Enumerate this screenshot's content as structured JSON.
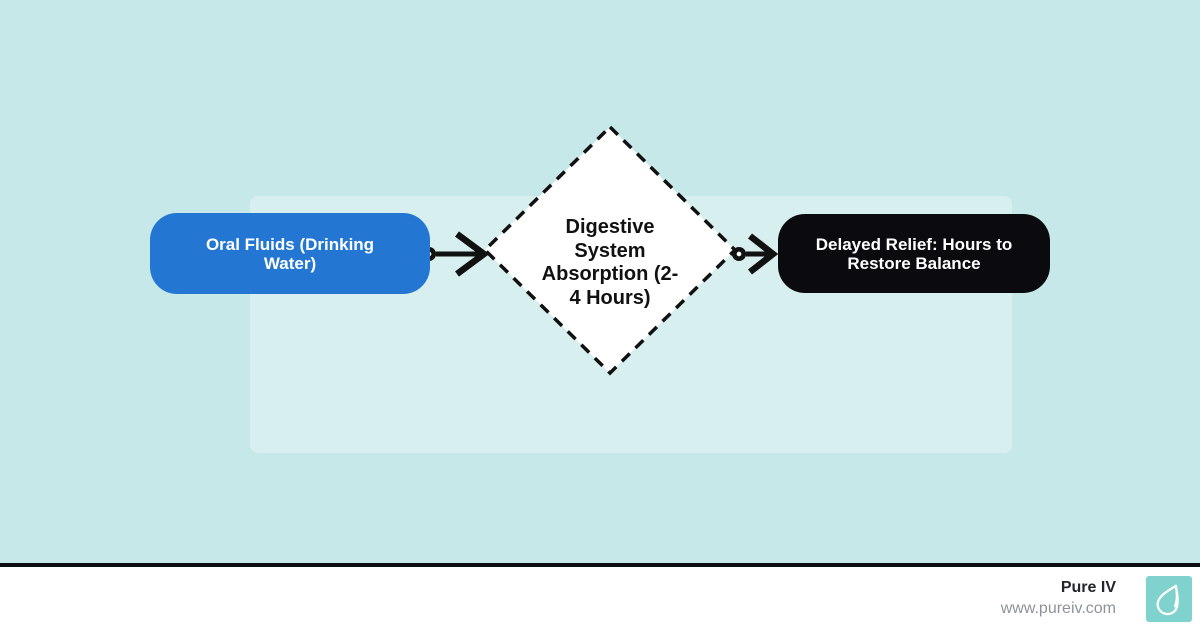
{
  "colors": {
    "background": "#c6e8e9",
    "node_start_fill": "#2377d3",
    "node_end_fill": "#0b0b0f",
    "diamond_fill": "#ffffff",
    "diagram_stroke": "#111111",
    "connector_dot_fill": "#ffffff",
    "footer_divider": "#0c0c12",
    "footer_background": "#ffffff",
    "logo_background": "#7fd2cd",
    "brand_text": "#23252d",
    "url_text": "#8d9399"
  },
  "diagram": {
    "nodes": [
      {
        "id": "oral-fluids",
        "shape": "rounded-rectangle",
        "label": "Oral Fluids (Drinking Water)",
        "lines": [
          "Oral Fluids (Drinking",
          "Water)"
        ]
      },
      {
        "id": "digestive-absorption",
        "shape": "dashed-diamond",
        "label": "Digestive System Absorption (2-4 Hours)",
        "lines": [
          "Digestive",
          "System",
          "Absorption (2-",
          "4 Hours)"
        ]
      },
      {
        "id": "delayed-relief",
        "shape": "rounded-rectangle",
        "label": "Delayed Relief: Hours to Restore Balance",
        "lines": [
          "Delayed Relief: Hours to",
          "Restore Balance"
        ]
      }
    ],
    "connectors": [
      {
        "from": "oral-fluids",
        "to": "digestive-absorption",
        "style": "circle-tail-arrow"
      },
      {
        "from": "digestive-absorption",
        "to": "delayed-relief",
        "style": "circle-tail-arrow"
      }
    ]
  },
  "footer": {
    "brand": "Pure IV",
    "url": "www.pureiv.com",
    "logo_icon": "water-drop-icon"
  }
}
